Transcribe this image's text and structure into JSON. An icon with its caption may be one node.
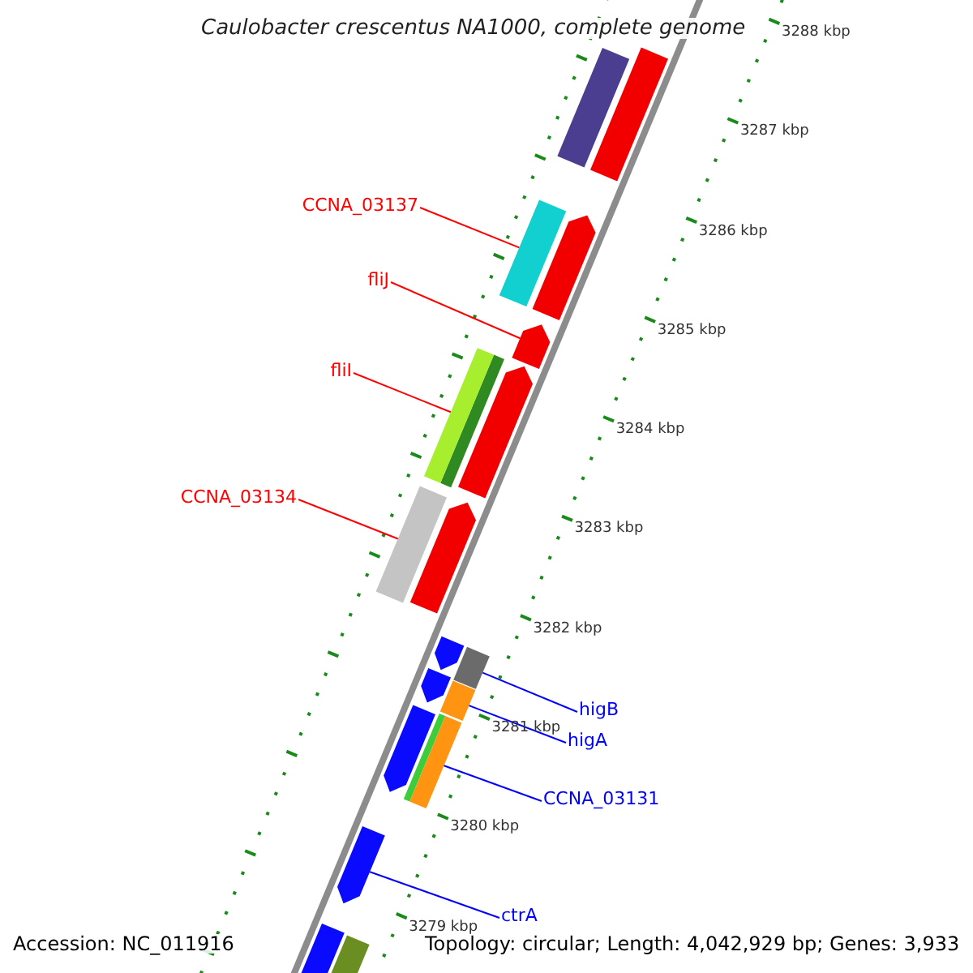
{
  "diagram": {
    "title": "Caulobacter crescentus NA1000, complete genome",
    "nodes": [
      {
        "text": [
          "CCNA_03137"
        ]
      },
      {
        "text": [],
        "shape": "bar"
      },
      {
        "text": [
          "fliJ"
        ]
      },
      {
        "text": [],
        "shape": "arrow"
      },
      {
        "text": [
          "fliI"
        ]
      },
      {
        "text": [],
        "shape": "bar"
      },
      {
        "text": [
          "CCNA_03134"
        ]
      },
      {
        "text": [],
        "shape": "bar"
      },
      {
        "text": [
          "higB"
        ]
      },
      {
        "text": [],
        "shape": "bar"
      },
      {
        "text": [
          "higA"
        ]
      },
      {
        "text": [],
        "shape": "bar"
      },
      {
        "text": [
          "CCNA_03131"
        ]
      },
      {
        "text": [],
        "shape": "bar"
      },
      {
        "text": [
          "ctrA"
        ]
      },
      {
        "text": [],
        "shape": "arrow"
      },
      {
        "text": [],
        "shape": "bar"
      },
      {
        "text": [],
        "shape": "bar"
      },
      {
        "text": [],
        "shape": "arrow"
      },
      {
        "text": [],
        "shape": "arrow"
      },
      {
        "text": [],
        "shape": "arrow"
      },
      {
        "text": [],
        "shape": "arrow"
      },
      {
        "text": [],
        "shape": "arrow"
      },
      {
        "text": [],
        "shape": "arrow"
      },
      {
        "text": [],
        "shape": "bar"
      },
      {
        "text": [],
        "shape": "bar"
      }
    ],
    "edges": [
      {
        "from": 0,
        "to": 1,
        "arrow": "none",
        "color": "#ff0000"
      },
      {
        "from": 2,
        "to": 3,
        "arrow": "none",
        "color": "#ff0000"
      },
      {
        "from": 4,
        "to": 5,
        "arrow": "none",
        "color": "#ff0000"
      },
      {
        "from": 6,
        "to": 7,
        "arrow": "none",
        "color": "#ff0000"
      },
      {
        "from": 8,
        "to": 9,
        "arrow": "none",
        "color": "#0000ff"
      },
      {
        "from": 10,
        "to": 11,
        "arrow": "none",
        "color": "#0000ff"
      },
      {
        "from": 12,
        "to": 13,
        "arrow": "none",
        "color": "#0000ff"
      },
      {
        "from": 14,
        "to": 15,
        "arrow": "none",
        "color": "#0000ff"
      }
    ],
    "labels": [
      "3288 kbp",
      "3287 kbp",
      "3286 kbp",
      "3285 kbp",
      "3284 kbp",
      "3283 kbp",
      "3282 kbp",
      "3281 kbp",
      "3280 kbp",
      "3279 kbp",
      "Accession: NC_011916",
      "Topology: circular; Length: 4,042,929 bp; Genes: 3,933"
    ]
  }
}
